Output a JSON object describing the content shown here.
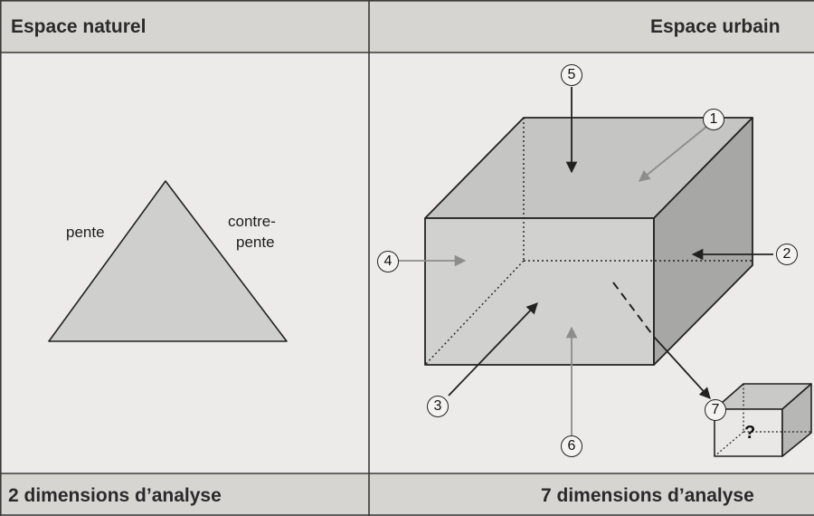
{
  "header": {
    "left_title": "Espace naturel",
    "right_title": "Espace urbain"
  },
  "footer": {
    "left_caption": "2 dimensions d’analyse",
    "right_caption": "7 dimensions d’analyse"
  },
  "natural_space": {
    "label_slope": "pente",
    "label_counter_slope_line1": "contre-",
    "label_counter_slope_line2": "pente"
  },
  "urban_space": {
    "dimension_markers": [
      "1",
      "2",
      "3",
      "4",
      "5",
      "6",
      "7"
    ],
    "unknown_mark": "?"
  },
  "colors": {
    "header_fill": "#d6d5d2",
    "shape_fill": "#cfcfcd",
    "cube_top": "#c5c5c3",
    "cube_front": "#d1d1cf",
    "cube_side": "#a7a7a5",
    "line": "#222222",
    "gray_arrow": "#8d8d8d"
  }
}
